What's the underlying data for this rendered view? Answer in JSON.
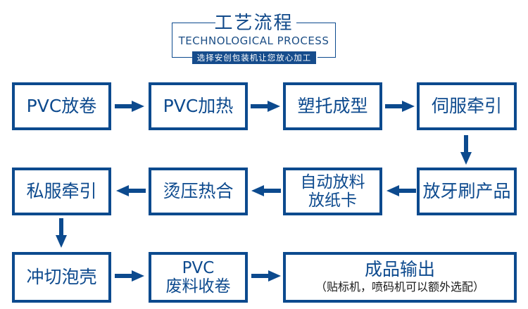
{
  "header": {
    "title": "工艺流程",
    "subtitle": "TECHNOLOGICAL PROCESS",
    "tagline": "选择安创包装机让您放心加工"
  },
  "colors": {
    "primary": "#0c4a8e",
    "background": "#ffffff"
  },
  "steps": [
    {
      "id": 1,
      "lines": [
        "PVC放卷"
      ]
    },
    {
      "id": 2,
      "lines": [
        "PVC加热"
      ]
    },
    {
      "id": 3,
      "lines": [
        "塑托成型"
      ]
    },
    {
      "id": 4,
      "lines": [
        "伺服牵引"
      ]
    },
    {
      "id": 5,
      "lines": [
        "放牙刷产品"
      ]
    },
    {
      "id": 6,
      "lines": [
        "自动放料",
        "放纸卡"
      ]
    },
    {
      "id": 7,
      "lines": [
        "烫压热合"
      ]
    },
    {
      "id": 8,
      "lines": [
        "私服牵引"
      ]
    },
    {
      "id": 9,
      "lines": [
        "冲切泡壳"
      ]
    },
    {
      "id": 10,
      "lines": [
        "PVC",
        "废料收卷"
      ]
    },
    {
      "id": 11,
      "lines": [
        "成品输出"
      ],
      "note": "（贴标机，喷码机可以额外选配）"
    }
  ],
  "flow": [
    {
      "from": 1,
      "to": 2,
      "direction": "right"
    },
    {
      "from": 2,
      "to": 3,
      "direction": "right"
    },
    {
      "from": 3,
      "to": 4,
      "direction": "right"
    },
    {
      "from": 4,
      "to": 5,
      "direction": "down"
    },
    {
      "from": 5,
      "to": 6,
      "direction": "left"
    },
    {
      "from": 6,
      "to": 7,
      "direction": "left"
    },
    {
      "from": 7,
      "to": 8,
      "direction": "left"
    },
    {
      "from": 8,
      "to": 9,
      "direction": "down"
    },
    {
      "from": 9,
      "to": 10,
      "direction": "right"
    },
    {
      "from": 10,
      "to": 11,
      "direction": "right"
    }
  ]
}
